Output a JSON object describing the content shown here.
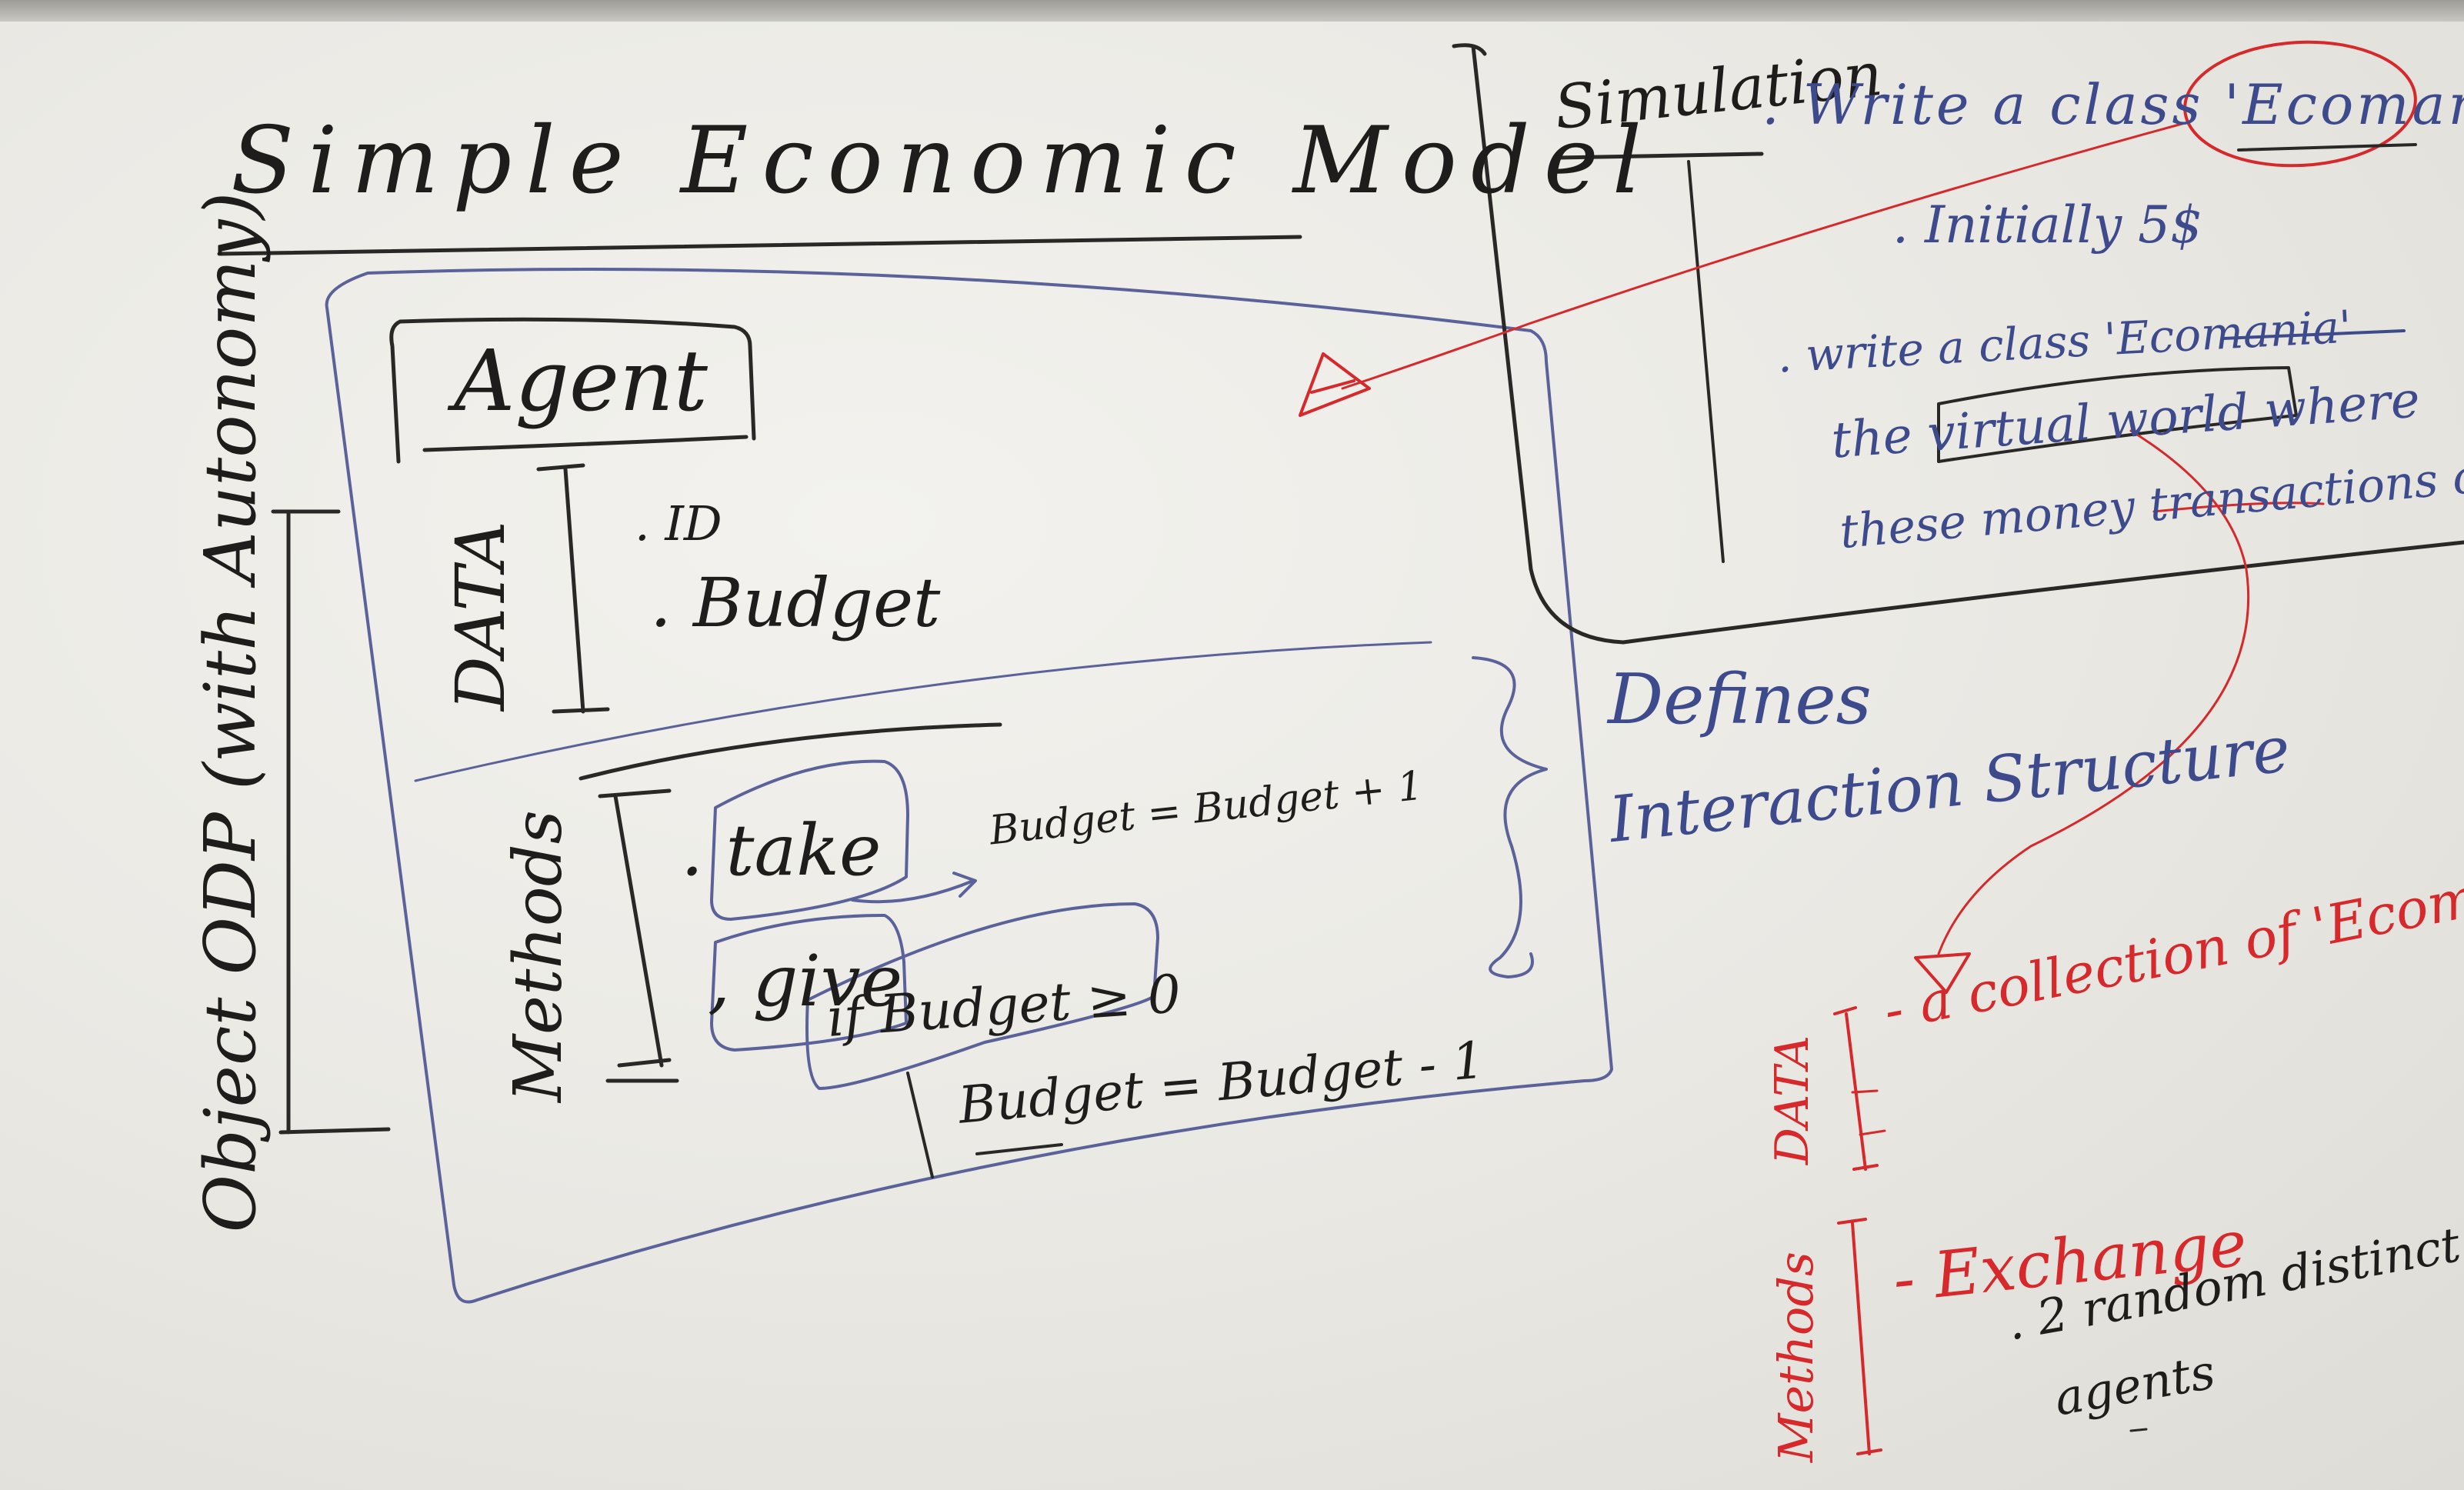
{
  "board": {
    "title": "Simple Economic Model",
    "left_label": "Object ODP (with Autonomy)",
    "agent_box": {
      "name": "Agent",
      "data_label": "DATA",
      "data_items": [
        ". ID",
        ". Budget"
      ],
      "methods_label": "Methods",
      "method_take": ". take",
      "take_result": "Budget = Budget + 1",
      "method_give": ", give",
      "give_condition": "if Budget ≥ 0",
      "give_result": "Budget = Budget - 1"
    },
    "brace_note": {
      "line1": "Defines",
      "line2": "Interaction Structure"
    },
    "simulation": {
      "title": "Simulation",
      "line1": ". Write a class 'Ecoman'",
      "line2": ". Initially 5$",
      "line3": ". write a class 'Ecomania'",
      "line4": "the virtual world where",
      "line5": "these money transactions occur"
    },
    "ecomania": {
      "data_label": "DATA",
      "data_item": "- a collection of 'Ecoman'",
      "methods_label": "Methods",
      "method_item": "- Exchange",
      "method_detail_1": ". 2 random distinct",
      "method_detail_2": "agents"
    },
    "colors": {
      "black_ink": "#1f1d1b",
      "blue_ink": "#3d4a8c",
      "red_ink": "#d7282b",
      "board": "#ebeae5"
    }
  }
}
